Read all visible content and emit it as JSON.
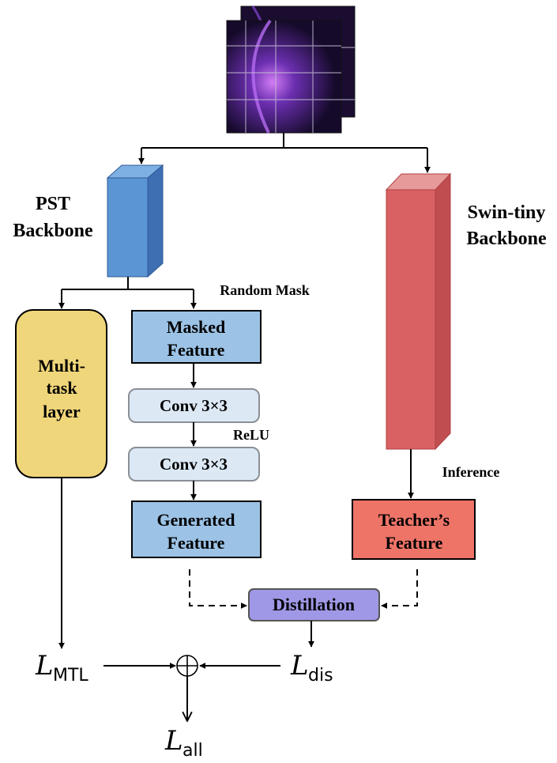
{
  "colors": {
    "pst_backbone_front": "#5b95d3",
    "pst_backbone_top": "#7fb0e3",
    "pst_backbone_side": "#3f6fb3",
    "swin_backbone_front": "#d96063",
    "swin_backbone_top": "#e79a9a",
    "swin_backbone_side": "#c04d50",
    "multitask_fill": "#f0d67a",
    "feature_fill": "#9cc3e6",
    "conv_fill": "#dce9f5",
    "teacher_fill": "#ee7468",
    "distillation_fill": "#9f98e6",
    "image_bg": "#1c0f33",
    "image_glow": "#9a4fe0"
  },
  "labels": {
    "pst_backbone": [
      "PST",
      "Backbone"
    ],
    "swin_backbone": [
      "Swin-tiny",
      "Backbone"
    ],
    "random_mask": "Random Mask",
    "relu": "ReLU",
    "inference": "Inference"
  },
  "boxes": {
    "multitask": [
      "Multi-",
      "task",
      "layer"
    ],
    "masked_feature": [
      "Masked",
      "Feature"
    ],
    "conv1": "Conv 3×3",
    "conv2": "Conv 3×3",
    "generated_feature": [
      "Generated",
      "Feature"
    ],
    "teacher_feature": [
      "Teacher’s",
      "Feature"
    ],
    "distillation": "Distillation"
  },
  "losses": {
    "mtl": {
      "symbol": "L",
      "subscript": "MTL"
    },
    "dis": {
      "symbol": "L",
      "subscript": "dis"
    },
    "all": {
      "symbol": "L",
      "subscript": "all"
    },
    "sum_operator": "⊕"
  }
}
